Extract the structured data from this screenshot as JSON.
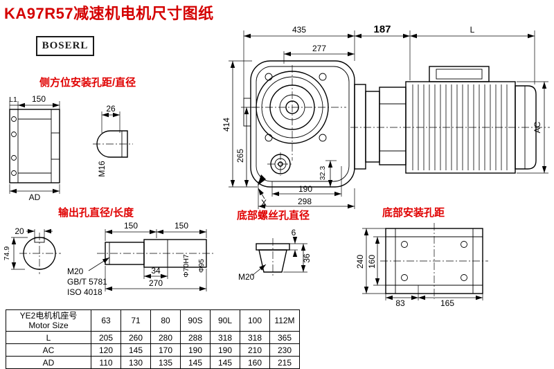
{
  "title": "KA97R57减速机电机尺寸图纸",
  "brand": "BOSERL",
  "labels": {
    "side_mount": "侧方位安装孔距/直径",
    "output_hole": "输出孔直径/长度",
    "bottom_screw": "底部螺丝孔直径",
    "bottom_mount": "底部安装孔距"
  },
  "dims": {
    "w435": "435",
    "w187": "187",
    "wL": "L",
    "w277": "277",
    "h414": "414",
    "h265": "265",
    "stud_w": "26",
    "stud_thread": "M16",
    "b190": "190",
    "b298": "298",
    "x_mark": "X",
    "a32": "32.3",
    "ac": "AC",
    "l1": "L1",
    "side150": "150",
    "ad": "AD",
    "key20": "20",
    "s150a": "150",
    "s150b": "150",
    "h749": "74.9",
    "m20a": "M20",
    "gbt": "GB/T 5781",
    "iso": "ISO 4018",
    "s34": "34",
    "s270": "270",
    "phi70": "Φ70H7",
    "phi95": "Φ95",
    "p6": "6",
    "p36": "36",
    "m20b": "M20",
    "v240": "240",
    "v160": "160",
    "b83": "83",
    "b165": "165"
  },
  "table": {
    "header_cn": "YE2电机机座号",
    "header_en": "Motor Size",
    "columns": [
      "63",
      "71",
      "80",
      "90S",
      "90L",
      "100",
      "112M"
    ],
    "rows": [
      {
        "label": "L",
        "values": [
          "205",
          "260",
          "280",
          "288",
          "318",
          "318",
          "365"
        ]
      },
      {
        "label": "AC",
        "values": [
          "120",
          "145",
          "170",
          "190",
          "190",
          "210",
          "230"
        ]
      },
      {
        "label": "AD",
        "values": [
          "110",
          "130",
          "135",
          "145",
          "145",
          "160",
          "215"
        ]
      }
    ]
  }
}
